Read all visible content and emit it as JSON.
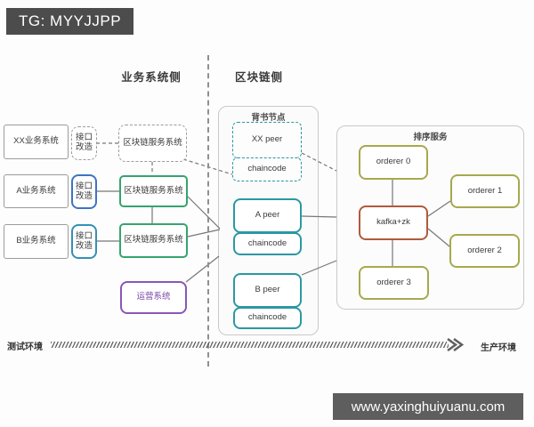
{
  "watermarks": {
    "tg_badge": "TG: MYYJJPP",
    "url_bar": "www.yaxinghuiyuanu.com"
  },
  "headers": {
    "business_side": "业务系统侧",
    "blockchain_side": "区块链侧"
  },
  "business_side": {
    "xx_system": "XX业务系统",
    "a_system": "A业务系统",
    "b_system": "B业务系统",
    "interface_retrofit": "接口改造",
    "blockchain_service": "区块链服务系统",
    "ops_system": "运营系统"
  },
  "endorser_panel": {
    "title": "背书节点",
    "xx_peer": "XX peer",
    "a_peer": "A peer",
    "b_peer": "B peer",
    "chaincode": "chaincode"
  },
  "ordering_panel": {
    "title": "排序服务",
    "orderer0": "orderer 0",
    "orderer1": "orderer 1",
    "orderer2": "orderer 2",
    "orderer3": "orderer 3",
    "kafka": "kafka+zk"
  },
  "environment_axis": {
    "left_label": "测试环境",
    "right_label": "生产环境"
  },
  "colors": {
    "green_border": "#35a36f",
    "blue_border": "#3e74c2",
    "teal_blue_border": "#3590b5",
    "teal_border": "#2b98a2",
    "purple_border": "#8a56b8",
    "olive_border": "#a7a94e",
    "kafka_border": "#b05a3c",
    "gray_border": "#9b9b9b",
    "panel_border": "#c9c9c9",
    "badge_bg": "#4c4c4c",
    "line_gray": "#777777"
  }
}
